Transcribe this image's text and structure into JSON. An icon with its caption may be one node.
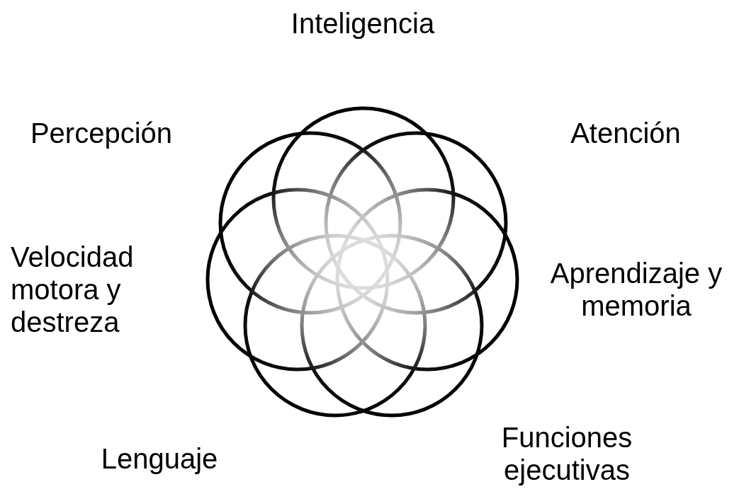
{
  "diagram": {
    "nodes": [
      {
        "text": [],
        "shape": "circle",
        "beside": [
          "Inteligencia"
        ]
      },
      {
        "text": [],
        "shape": "circle",
        "beside": [
          "Atención"
        ]
      },
      {
        "text": [],
        "shape": "circle",
        "beside": [
          "Aprendizaje y memoria"
        ]
      },
      {
        "text": [],
        "shape": "circle",
        "beside": [
          "Funciones ejecutivas"
        ]
      },
      {
        "text": [],
        "shape": "circle",
        "beside": [
          "Lenguaje"
        ]
      },
      {
        "text": [],
        "shape": "circle",
        "beside": [
          "Velocidad motora y destreza"
        ]
      },
      {
        "text": [],
        "shape": "circle",
        "beside": [
          "Percepción"
        ]
      }
    ]
  }
}
